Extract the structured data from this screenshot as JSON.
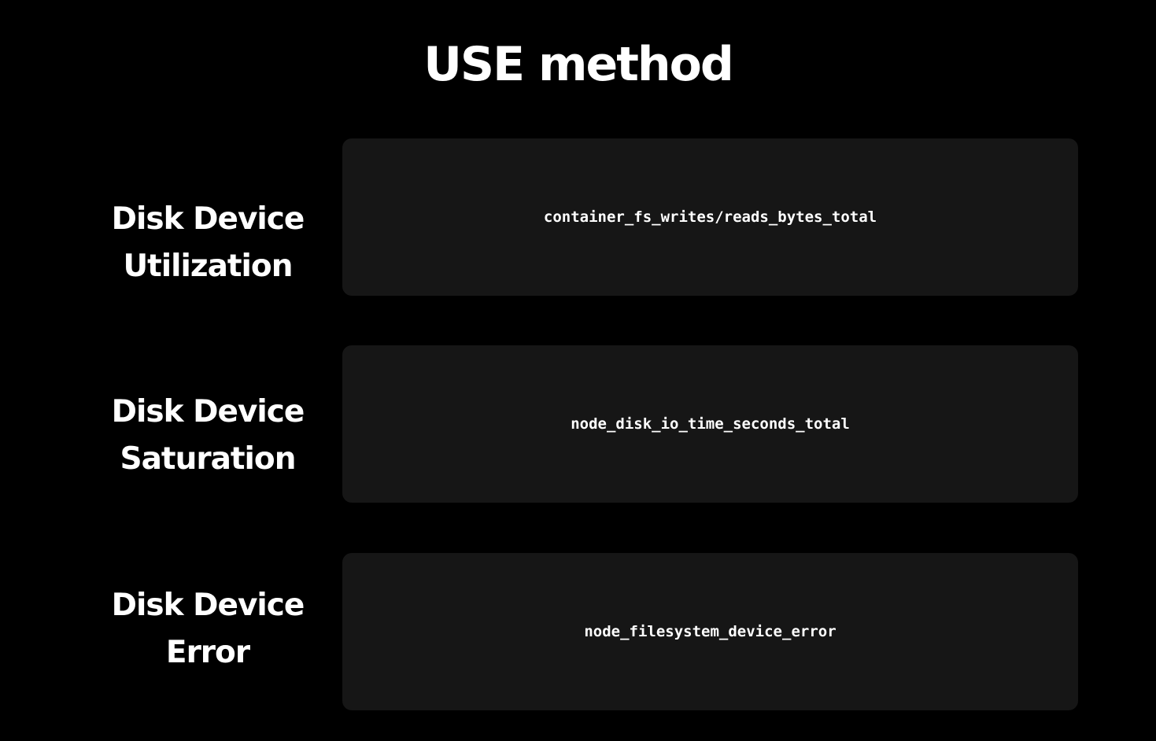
{
  "title": "USE method",
  "rows": [
    {
      "label_line1": "Disk Device",
      "label_line2": "Utilization",
      "metric": "container_fs_writes/reads_bytes_total"
    },
    {
      "label_line1": "Disk Device",
      "label_line2": "Saturation",
      "metric": "node_disk_io_time_seconds_total"
    },
    {
      "label_line1": "Disk Device",
      "label_line2": "Error",
      "metric": "node_filesystem_device_error"
    }
  ],
  "colors": {
    "background": "#000000",
    "box": "#161616",
    "text": "#ffffff"
  }
}
